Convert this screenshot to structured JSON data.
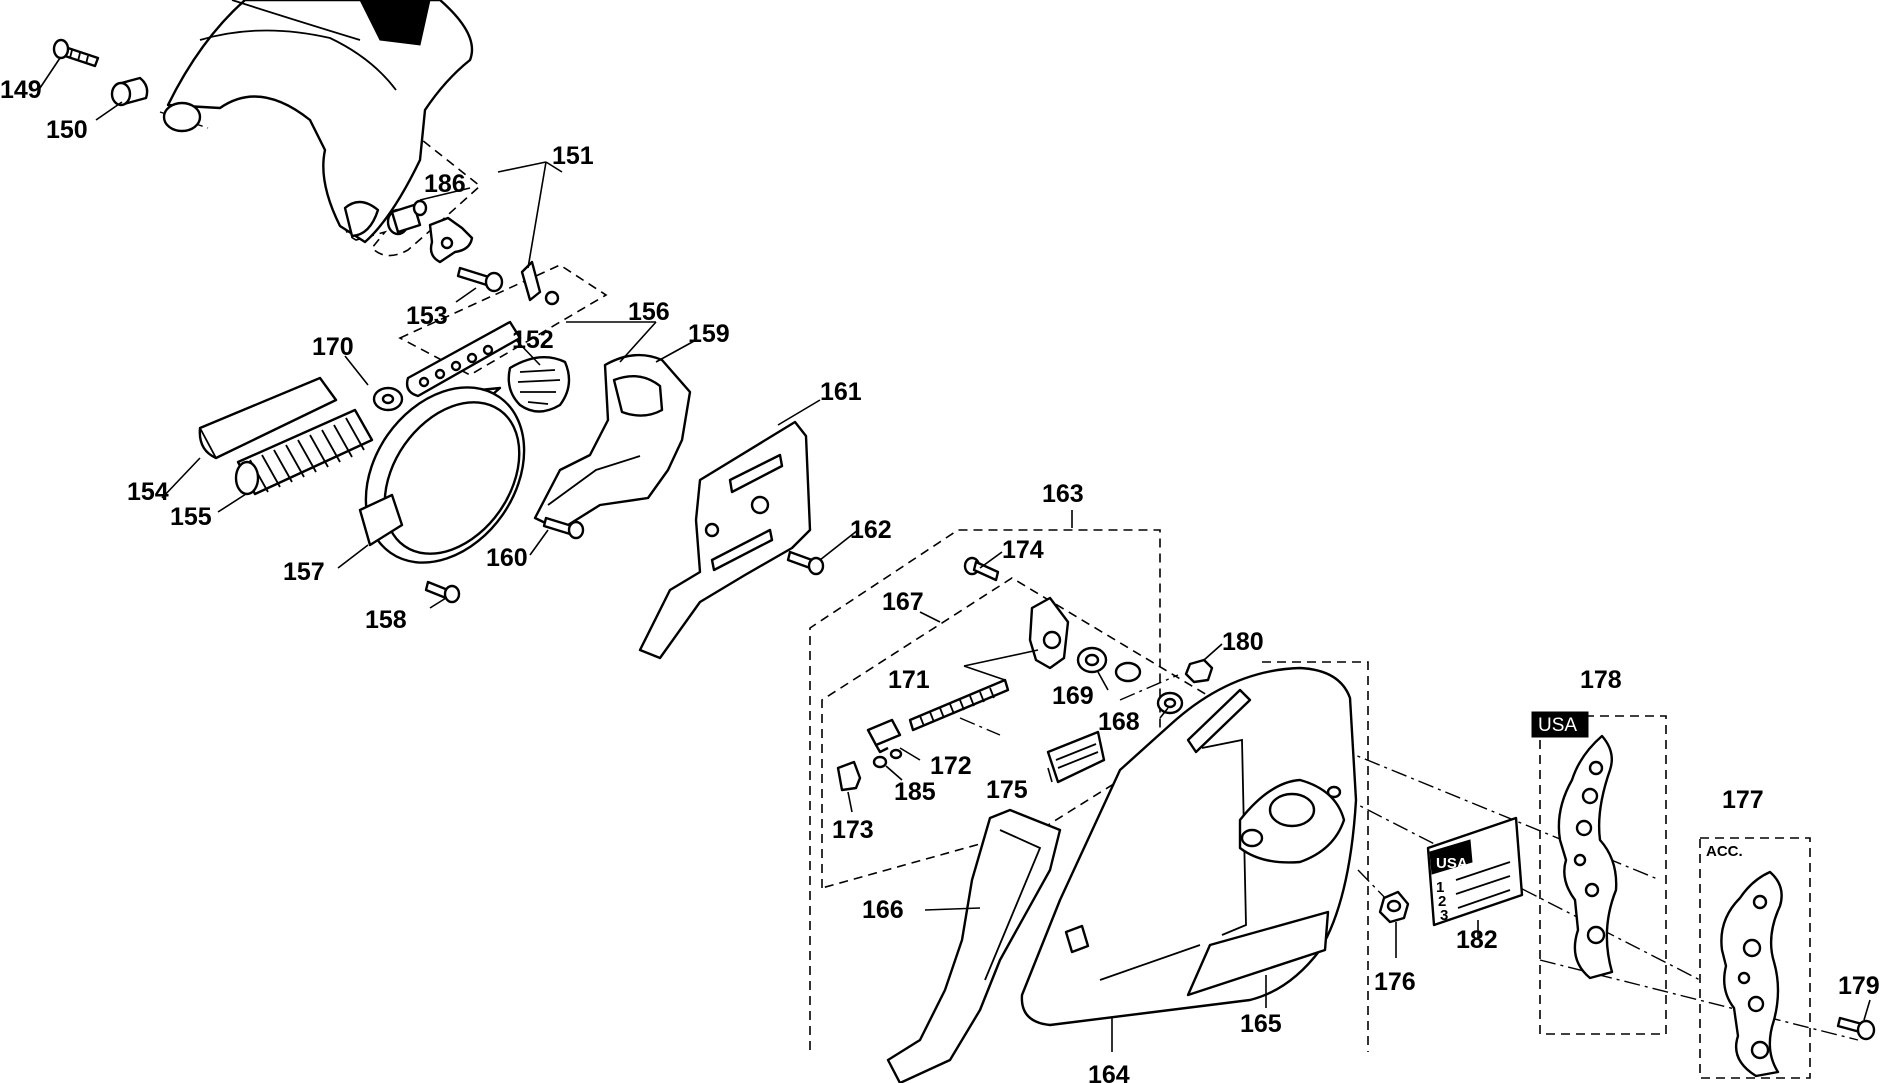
{
  "callouts": [
    {
      "id": "149",
      "label": "149"
    },
    {
      "id": "150",
      "label": "150"
    },
    {
      "id": "151",
      "label": "151"
    },
    {
      "id": "152",
      "label": "152"
    },
    {
      "id": "153",
      "label": "153"
    },
    {
      "id": "154",
      "label": "154"
    },
    {
      "id": "155",
      "label": "155"
    },
    {
      "id": "156",
      "label": "156"
    },
    {
      "id": "157",
      "label": "157"
    },
    {
      "id": "158",
      "label": "158"
    },
    {
      "id": "159",
      "label": "159"
    },
    {
      "id": "160",
      "label": "160"
    },
    {
      "id": "161",
      "label": "161"
    },
    {
      "id": "162",
      "label": "162"
    },
    {
      "id": "163",
      "label": "163"
    },
    {
      "id": "164",
      "label": "164"
    },
    {
      "id": "165",
      "label": "165"
    },
    {
      "id": "166",
      "label": "166"
    },
    {
      "id": "167",
      "label": "167"
    },
    {
      "id": "168",
      "label": "168"
    },
    {
      "id": "169",
      "label": "169"
    },
    {
      "id": "170",
      "label": "170"
    },
    {
      "id": "171",
      "label": "171"
    },
    {
      "id": "172",
      "label": "172"
    },
    {
      "id": "173",
      "label": "173"
    },
    {
      "id": "174",
      "label": "174"
    },
    {
      "id": "175",
      "label": "175"
    },
    {
      "id": "176",
      "label": "176"
    },
    {
      "id": "177",
      "label": "177"
    },
    {
      "id": "178",
      "label": "178"
    },
    {
      "id": "179",
      "label": "179"
    },
    {
      "id": "180",
      "label": "180"
    },
    {
      "id": "182",
      "label": "182"
    },
    {
      "id": "185",
      "label": "185"
    },
    {
      "id": "186",
      "label": "186"
    }
  ],
  "badges": {
    "usa_bumper": "USA",
    "usa_label": "USA"
  },
  "annotations": {
    "accessory": "ACC."
  },
  "sticker_steps": [
    "1",
    "2",
    "3"
  ]
}
